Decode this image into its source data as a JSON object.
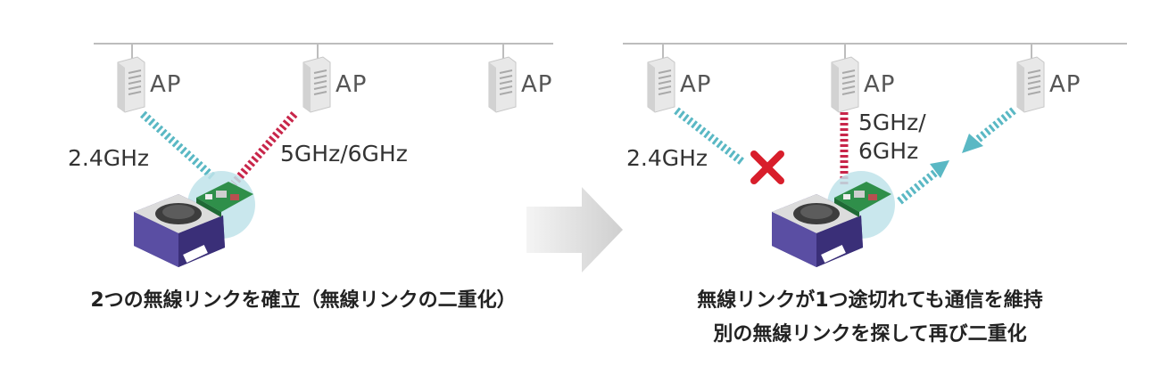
{
  "left": {
    "aps": [
      {
        "label": "AP"
      },
      {
        "label": "AP"
      },
      {
        "label": "AP"
      }
    ],
    "link_24": "2.4GHz",
    "link_5_6": "5GHz/6GHz",
    "caption": "2つの無線リンクを確立（無線リンクの二重化）"
  },
  "right": {
    "aps": [
      {
        "label": "AP"
      },
      {
        "label": "AP"
      },
      {
        "label": "AP"
      }
    ],
    "link_24": "2.4GHz",
    "link_5_6": "5GHz/\n6GHz",
    "caption_line1": "無線リンクが1つ途切れても通信を維持",
    "caption_line2": "別の無線リンクを探して再び二重化"
  },
  "colors": {
    "link_24": "#5ab8c4",
    "link_5_6": "#c8264a",
    "fail_mark": "#d81e2b",
    "rail": "#bdbdbd",
    "robot_body": "#4b3f8f",
    "board": "#2f8f4a",
    "highlight": "#bfe3ea"
  }
}
